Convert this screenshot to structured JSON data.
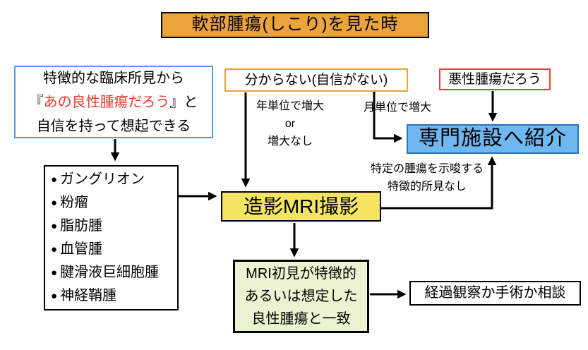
{
  "title": "軟部腫瘍(しこり)を見た時",
  "nodes": {
    "clinical": {
      "line1": "特徴的な臨床所見から",
      "bracket_open": "『",
      "highlight": "あの良性腫瘍だろう",
      "bracket_close": "』と",
      "line3": "自信を持って想起できる"
    },
    "unsure": "分からない(自信がない)",
    "malignant": "悪性腫瘍だろう",
    "referral": "専門施設へ紹介",
    "list_bullet": "●",
    "tumor_list": [
      "ガングリオン",
      "粉瘤",
      "脂肪腫",
      "血管腫",
      "腱滑液巨細胞腫",
      "神経鞘腫"
    ],
    "mri": "造影MRI撮影",
    "match": [
      "MRI初見が特徴的",
      "あるいは想定した",
      "良性腫瘍と一致"
    ],
    "followup": "経過観察か手術か相談"
  },
  "edge_labels": {
    "yearly": [
      "年単位で増大",
      "or",
      "増大なし"
    ],
    "monthly": "月単位で増大",
    "no_findings": [
      "特定の腫瘍を示唆する",
      "特徴的所見なし"
    ]
  },
  "colors": {
    "title_bg": "#EDA33C",
    "unsure_border": "#E8A33D",
    "malignant_border": "#E04438",
    "clinical_border": "#5B9BD5",
    "highlight_text": "#E8392E",
    "referral_bg": "#6FB7F0",
    "referral_border": "#2E75B6",
    "mri_bg": "#F5E462",
    "match_bg": "#EAF3D2",
    "arrow": "#000000"
  }
}
